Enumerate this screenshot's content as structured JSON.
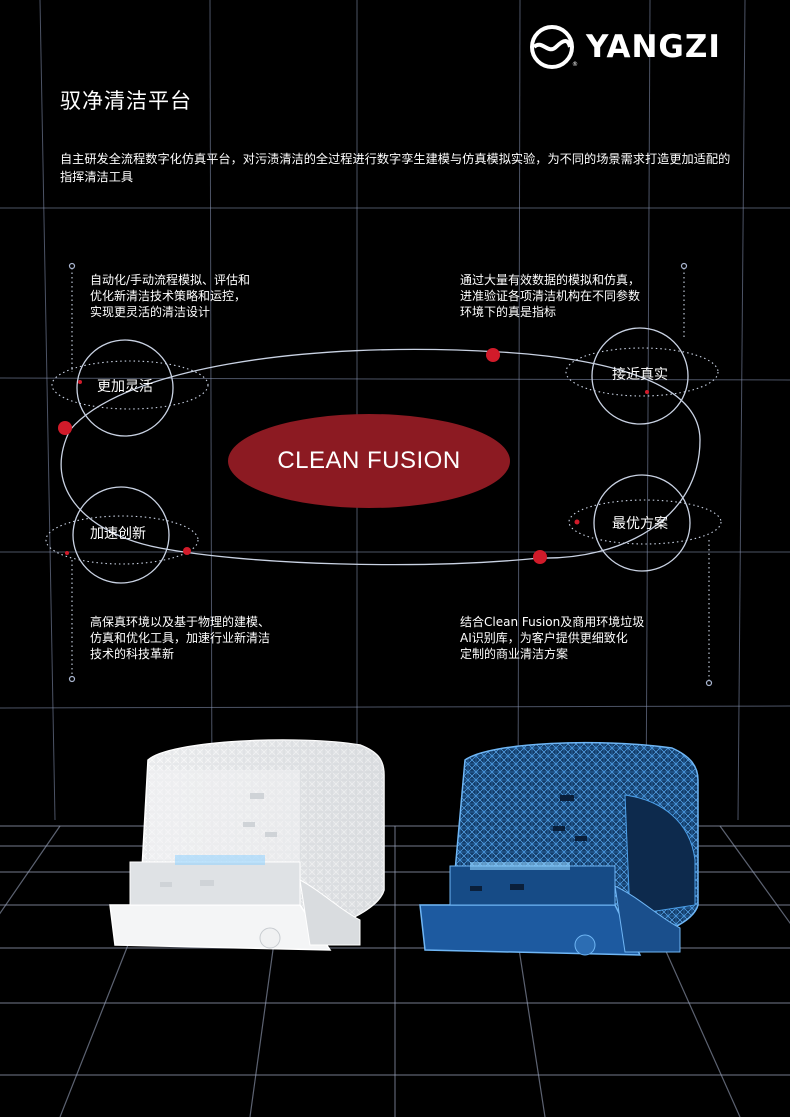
{
  "brand": {
    "name": "YANGZI",
    "reg_mark": "®"
  },
  "header": {
    "title": "驭净清洁平台",
    "intro": "自主研发全流程数字化仿真平台，对污渍清洁的全过程进行数字孪生建模与仿真模拟实验，为不同的场景需求打造更加适配的指挥清洁工具"
  },
  "center": {
    "label": "CLEAN FUSION"
  },
  "nodes": [
    {
      "label": "更加灵活"
    },
    {
      "label": "接近真实"
    },
    {
      "label": "加速创新"
    },
    {
      "label": "最优方案"
    }
  ],
  "notes": {
    "top_left": [
      "自动化/手动流程模拟、评估和",
      "优化新清洁技术策略和运控，",
      "实现更灵活的清洁设计"
    ],
    "top_right": [
      "通过大量有效数据的模拟和仿真，",
      "进准验证各项清洁机构在不同参数",
      "环境下的真是指标"
    ],
    "bottom_left": [
      "高保真环境以及基于物理的建模、",
      "仿真和优化工具，加速行业新清洁",
      "技术的科技革新"
    ],
    "bottom_right": [
      "结合Clean Fusion及商用环境垃圾",
      "AI识别库，为客户提供更细致化",
      "定制的商业清洁方案"
    ]
  },
  "colors": {
    "background": "#000000",
    "accent_red": "#8c1a22",
    "dot_red": "#d11b2a",
    "line": "#c9d2e3",
    "grid": "#8a97b8",
    "wire_white": "#eef0f2",
    "wire_blue": "#3d8ed8"
  }
}
